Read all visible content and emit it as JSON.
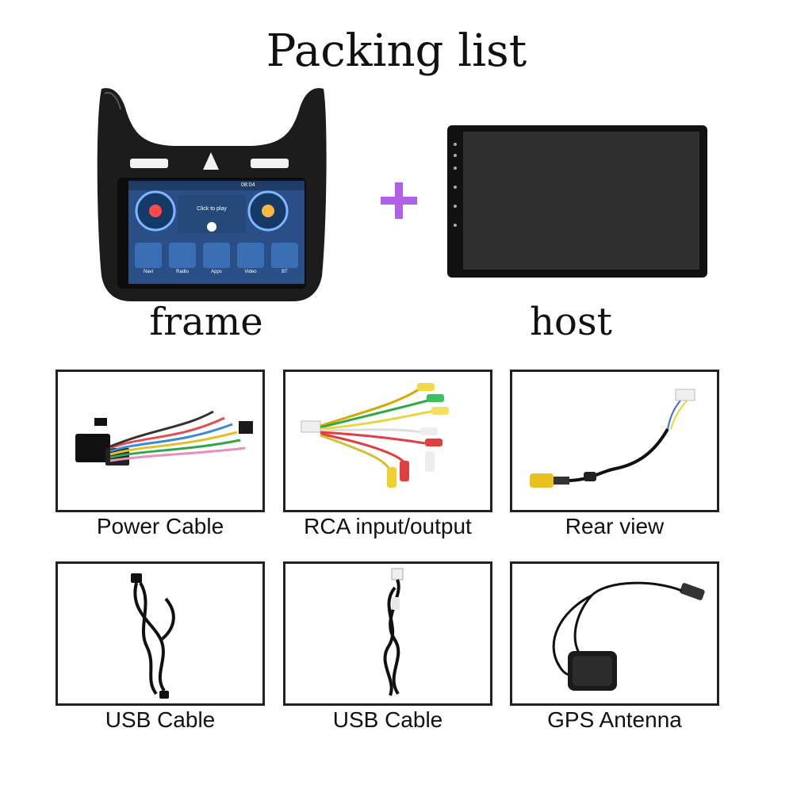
{
  "title": "Packing list",
  "top": {
    "frame_label": "frame",
    "host_label": "host",
    "plus": "+",
    "screen": {
      "time": "08:04",
      "center_text": "Click to play",
      "apps": [
        "Navi",
        "Radio",
        "Apps",
        "Video",
        "BT"
      ]
    }
  },
  "items": [
    {
      "label": "Power Cable",
      "icon": "power-cable-harness"
    },
    {
      "label": "RCA input/output",
      "icon": "rca-cable"
    },
    {
      "label": "Rear view",
      "icon": "rear-view-cable"
    },
    {
      "label": "USB Cable",
      "icon": "usb-cable"
    },
    {
      "label": "USB Cable",
      "icon": "usb-cable"
    },
    {
      "label": "GPS Antenna",
      "icon": "gps-antenna"
    }
  ],
  "colors": {
    "plus": "#b160e8",
    "frame": "#1c1c1c",
    "screen_bg": "#2a4f86"
  }
}
